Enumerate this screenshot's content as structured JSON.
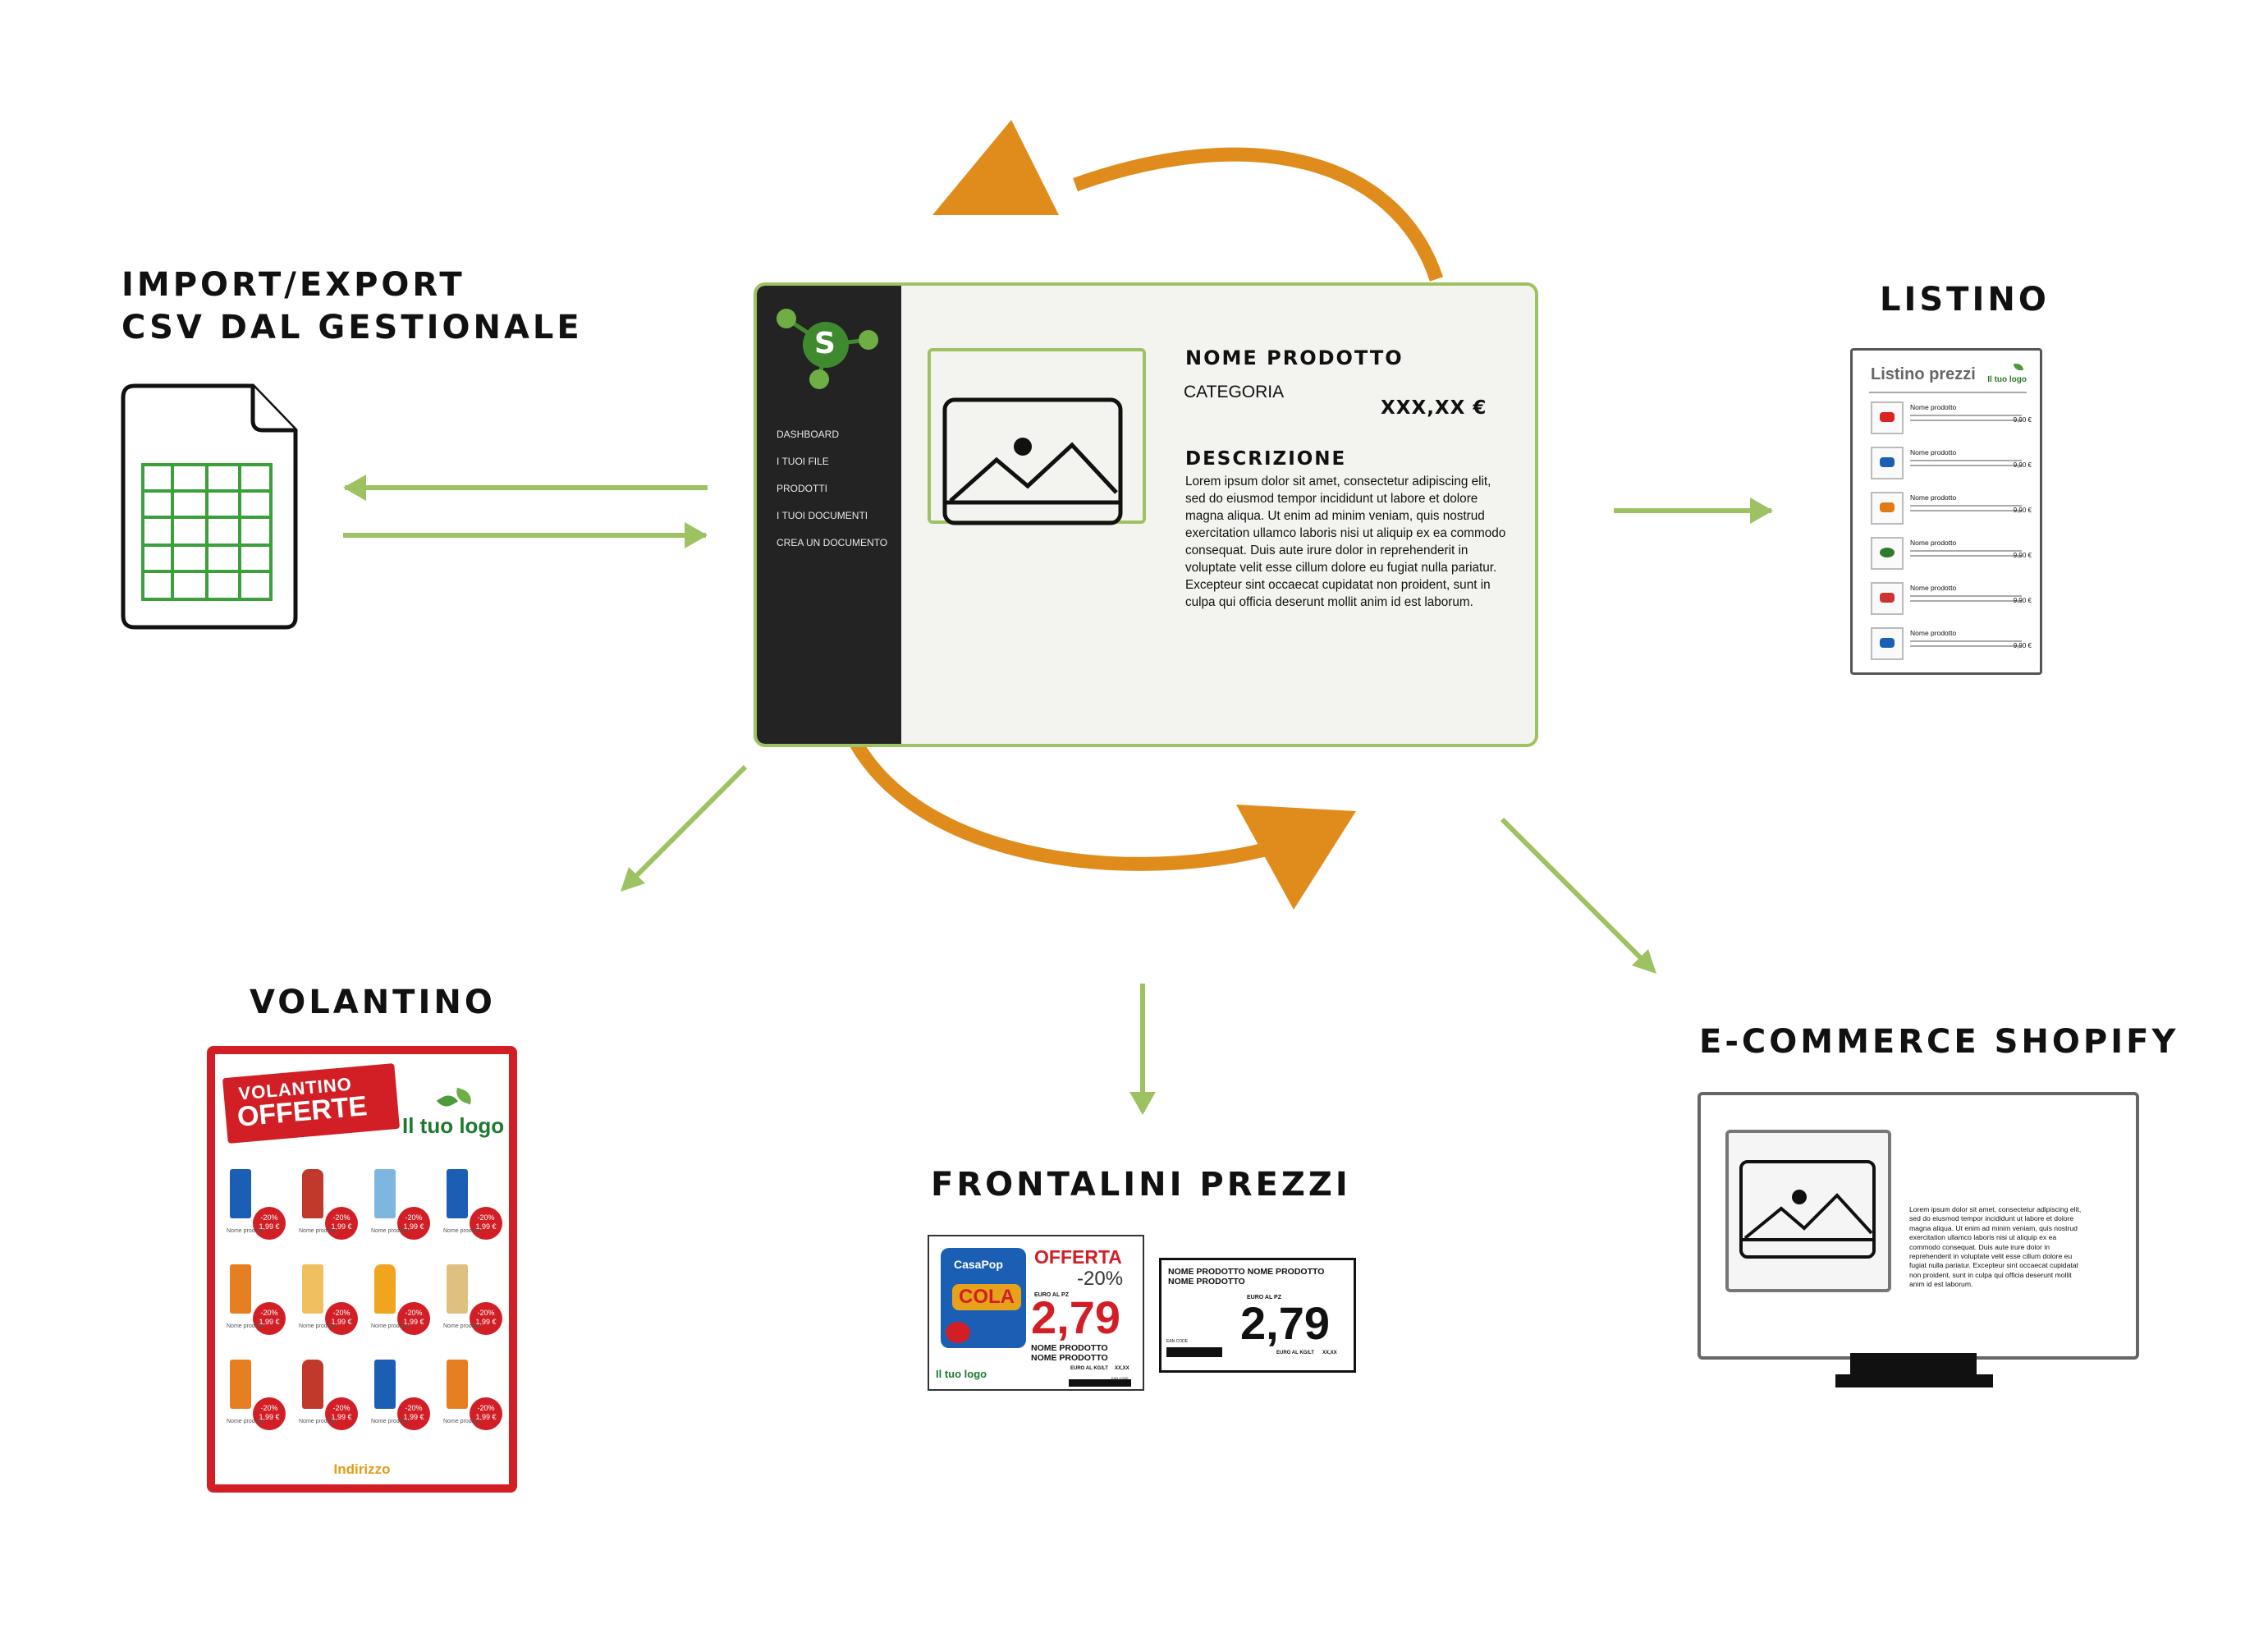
{
  "headings": {
    "import_export_line1": "IMPORT/EXPORT",
    "import_export_line2": "CSV DAL GESTIONALE",
    "listino": "LISTINO",
    "volantino": "VOLANTINO",
    "frontalini": "FRONTALINI PREZZI",
    "ecommerce": "E-COMMERCE SHOPIFY"
  },
  "colors": {
    "accent_green": "#9dc262",
    "cycle_orange": "#e08c1c",
    "sidebar": "#232323",
    "red": "#d21f26"
  },
  "app": {
    "logo_letter": "S",
    "menu": [
      "DASHBOARD",
      "I TUOI FILE",
      "PRODOTTI",
      "I TUOI DOCUMENTI",
      "CREA UN DOCUMENTO"
    ],
    "product_title": "NOME PRODOTTO",
    "category": "CATEGORIA",
    "price": "XXX,XX €",
    "description_title": "DESCRIZIONE",
    "description": "Lorem ipsum dolor sit amet, consectetur adipiscing elit, sed do eiusmod tempor incididunt ut labore et dolore magna aliqua. Ut enim ad minim veniam, quis nostrud exercitation ullamco laboris nisi ut aliquip ex ea commodo consequat. Duis aute irure dolor in reprehenderit in voluptate velit esse cillum dolore eu fugiat nulla pariatur. Excepteur sint occaecat cupidatat non proident, sunt in culpa qui officia deserunt mollit anim id est laborum."
  },
  "listino": {
    "title": "Listino prezzi",
    "logo": "Il tuo logo",
    "rows": [
      {
        "name": "Nome prodotto",
        "price": "9,90 €"
      },
      {
        "name": "Nome prodotto",
        "price": "9,90 €"
      },
      {
        "name": "Nome prodotto",
        "price": "9,90 €"
      },
      {
        "name": "Nome prodotto",
        "price": "9,90 €"
      },
      {
        "name": "Nome prodotto",
        "price": "9,90 €"
      },
      {
        "name": "Nome prodotto",
        "price": "9,90 €"
      }
    ]
  },
  "volantino": {
    "banner_line1": "VOLANTINO",
    "banner_line2": "OFFERTE",
    "logo": "Il tuo logo",
    "address": "Indirizzo",
    "item_name": "Nome prodotto",
    "discount": "-20%",
    "prices": [
      "1,99 €",
      "1,99 €",
      "1,99 €",
      "1,99 €",
      "1,99 €",
      "1,99 €",
      "1,99 €",
      "1,99 €",
      "1,99 €",
      "1,99 €",
      "1,99 €",
      "1,99 €"
    ]
  },
  "frontalini": {
    "tag1": {
      "brand": "CasaPop",
      "product": "COLA",
      "offer": "OFFERTA",
      "discount": "-20%",
      "unit": "EURO AL PZ",
      "price": "2,79",
      "name_line1": "NOME PRODOTTO",
      "name_line2": "NOME PRODOTTO",
      "per_kg": "EURO AL KG/LT",
      "per_kg_value": "XX,XX",
      "code": "EAN CODE",
      "logo": "Il tuo logo"
    },
    "tag2": {
      "name_line1": "NOME PRODOTTO NOME PRODOTTO",
      "name_line2": "NOME PRODOTTO",
      "unit": "EURO AL PZ",
      "price": "2,79",
      "per_kg": "EURO AL KG/LT",
      "per_kg_value": "XX,XX",
      "code": "EAN CODE"
    }
  },
  "ecommerce": {
    "text": "Lorem ipsum dolor sit amet, consectetur adipiscing elit, sed do eiusmod tempor incididunt ut labore et dolore magna aliqua. Ut enim ad minim veniam, quis nostrud exercitation ullamco laboris nisi ut aliquip ex ea commodo consequat. Duis aute irure dolor in reprehenderit in voluptate velit esse cillum dolore eu fugiat nulla pariatur. Excepteur sint occaecat cupidatat non proident, sunt in culpa qui officia deserunt mollit anim id est laborum."
  }
}
